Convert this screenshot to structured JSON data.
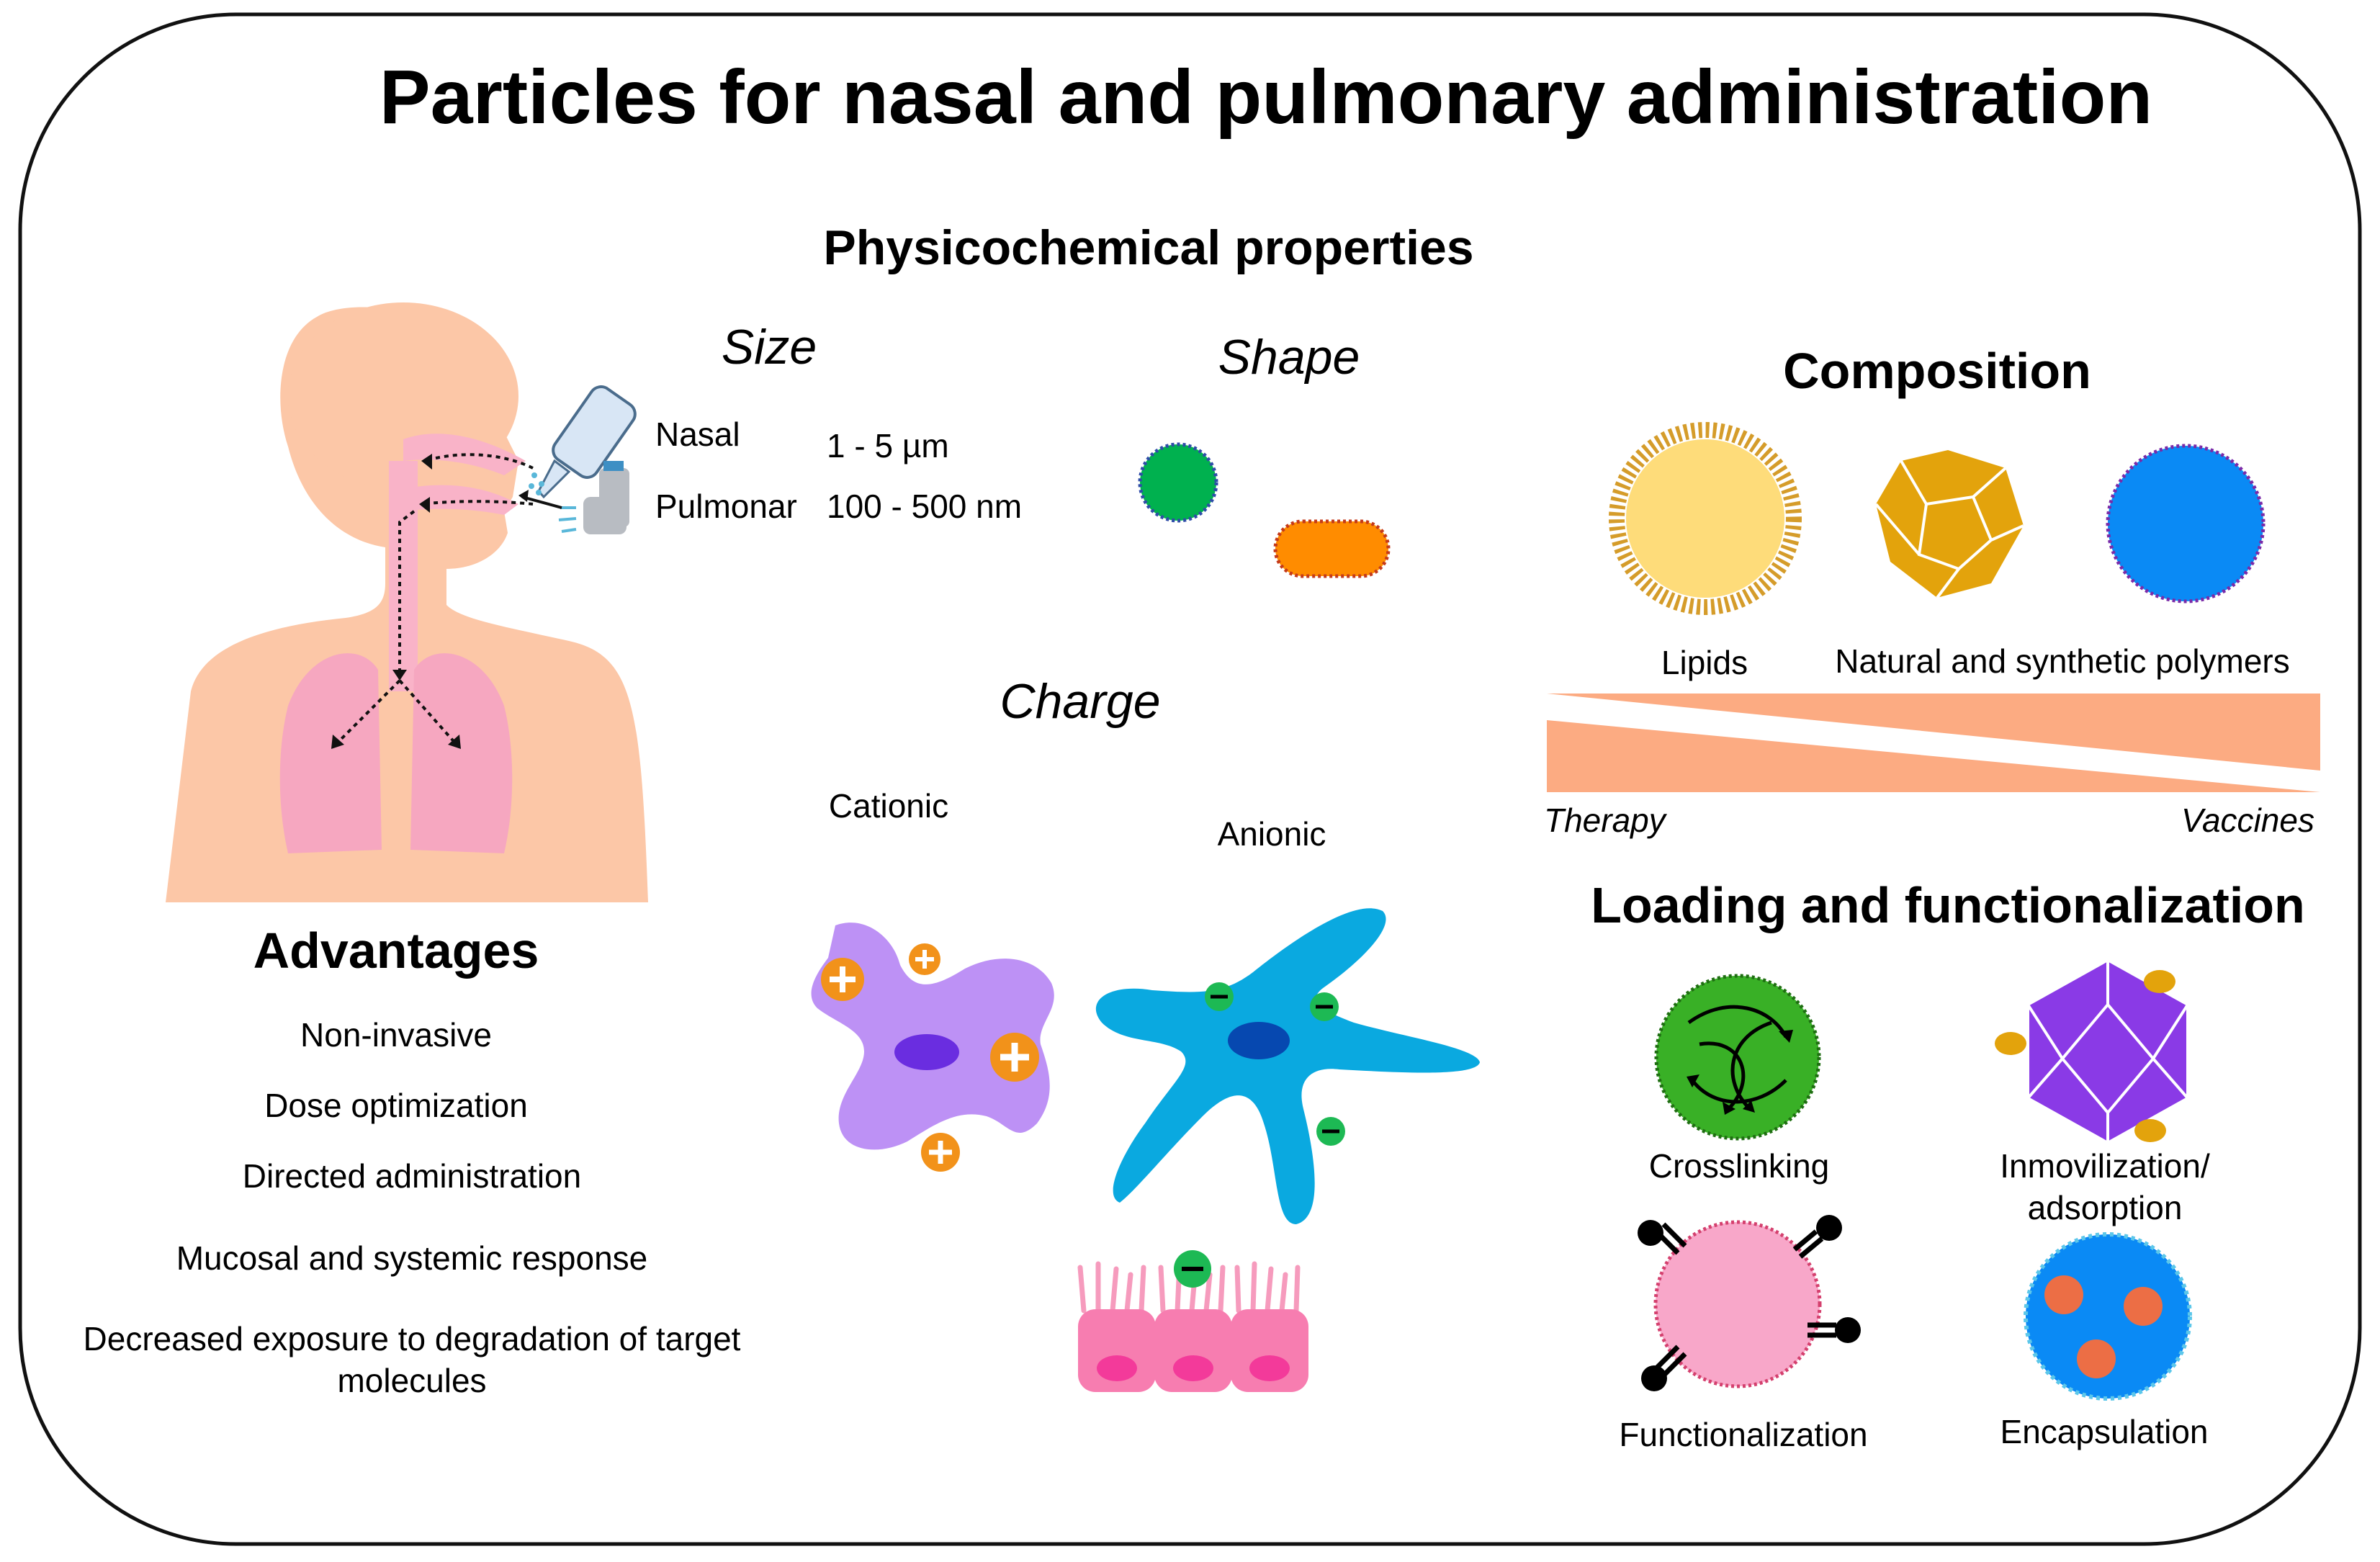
{
  "title": "Particles for nasal and pulmonary administration",
  "physicochemical": {
    "heading": "Physicochemical properties",
    "size": {
      "heading": "Size",
      "rows": [
        {
          "label": "Nasal",
          "value": "1 - 5 µm"
        },
        {
          "label": "Pulmonar",
          "value": "100 - 500 nm"
        }
      ]
    },
    "shape": {
      "heading": "Shape"
    },
    "charge": {
      "heading": "Charge",
      "cationic": "Cationic",
      "anionic": "Anionic"
    }
  },
  "composition": {
    "heading": "Composition",
    "lipids": "Lipids",
    "polymers": "Natural and synthetic polymers",
    "axis_left": "Therapy",
    "axis_right": "Vaccines"
  },
  "loading": {
    "heading": "Loading and functionalization",
    "crosslinking": "Crosslinking",
    "immobilization_line1": "Inmovilization/",
    "immobilization_line2": "adsorption",
    "functionalization": "Functionalization",
    "encapsulation": "Encapsulation"
  },
  "advantages": {
    "heading": "Advantages",
    "items": [
      "Non-invasive",
      "Dose optimization",
      "Directed administration",
      "Mucosal and systemic response",
      "Decreased exposure to degradation of target",
      "molecules"
    ]
  },
  "colors": {
    "body": "#fcc7a7",
    "lungs": "#f6a7c0",
    "airway": "#f9b3c8",
    "orange": "#f2921a",
    "green_ion": "#1db954",
    "cationic_cell": "#bd91f5",
    "anionic_cell": "#0aa9e0",
    "lipid_core": "#fedc7a",
    "gold": "#e3a30c",
    "blue": "#0a8af5",
    "purple": "#8a3ae6",
    "pink": "#f8a7c9",
    "green": "#39b026",
    "triangle": "#fcab82"
  }
}
